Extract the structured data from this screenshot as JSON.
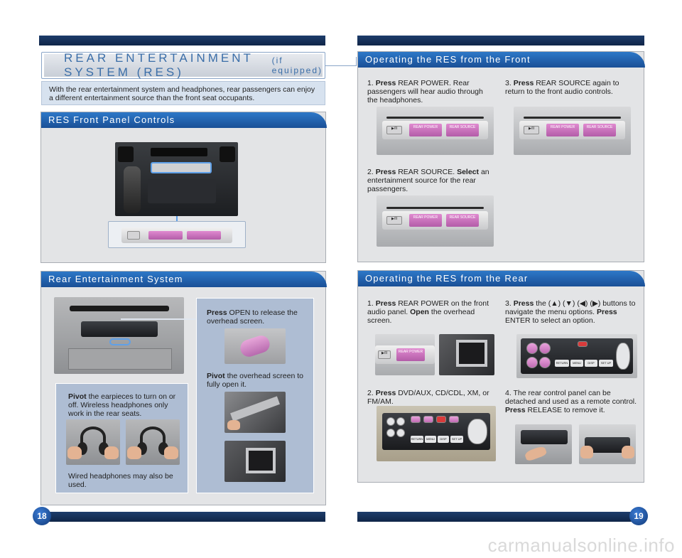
{
  "header": {
    "title": "REAR ENTERTAINMENT SYSTEM (RES)",
    "title_suffix": "(if equipped)",
    "intro": "With the rear entertainment system and headphones, rear passengers can enjoy a different entertainment source than the front seat occupants."
  },
  "left": {
    "front_panel": {
      "heading": "RES Front Panel Controls"
    },
    "rear_system": {
      "heading": "Rear Entertainment System",
      "open_press": "Press",
      "open_text": "OPEN to release the overhead screen.",
      "pivot_press": "Pivot",
      "pivot_text": "the overhead screen to fully open it.",
      "earpiece_press": "Pivot",
      "earpiece_text": "the earpieces to turn on or off. Wireless headphones only work in the rear seats.",
      "wired_text": "Wired headphones may also be used."
    },
    "page_number": "18"
  },
  "right": {
    "front": {
      "heading": "Operating the RES from the Front",
      "step1_num": "1.",
      "step1_press": "Press",
      "step1_text": "REAR POWER. Rear passengers will hear audio through the headphones.",
      "step2_num": "2.",
      "step2_press": "Press",
      "step2_text_a": "REAR SOURCE.",
      "step2_select": "Select",
      "step2_text_b": "an entertainment source for the rear passengers.",
      "step3_num": "3.",
      "step3_press": "Press",
      "step3_text": "REAR SOURCE again to return to the front audio controls."
    },
    "rear": {
      "heading": "Operating the RES from the Rear",
      "step1_num": "1.",
      "step1_press": "Press",
      "step1_text_a": "REAR POWER on the front audio panel.",
      "step1_open": "Open",
      "step1_text_b": "the overhead screen.",
      "step2_num": "2.",
      "step2_press": "Press",
      "step2_text": "DVD/AUX, CD/CDL, XM, or FM/AM.",
      "step3_num": "3.",
      "step3_press": "Press",
      "step3_text_a": "the (▲) (▼) (◀) (▶) buttons to navigate the menu options.",
      "step3_press2": "Press",
      "step3_text_b": "ENTER to select an option.",
      "step4_num": "4.",
      "step4_text_a": "The rear control panel can be detached and used as a remote control.",
      "step4_press": "Press",
      "step4_text_b": "RELEASE to remove it."
    },
    "page_number": "19"
  },
  "unit_labels": {
    "play": "▶/II",
    "rear_power": "REAR POWER",
    "rear_source": "REAR SOURCE"
  },
  "remote_labels": {
    "return": "RETURN",
    "menu": "MENU",
    "disp": "DISP",
    "setup": "SET UP"
  },
  "footer": {
    "watermark": "carmanualsonline.info"
  },
  "colors": {
    "heading_blue": "#1a4f96",
    "title_blue": "#3b6ea8",
    "bar_navy": "#0f2547",
    "button_pink": "#c06bb4"
  }
}
